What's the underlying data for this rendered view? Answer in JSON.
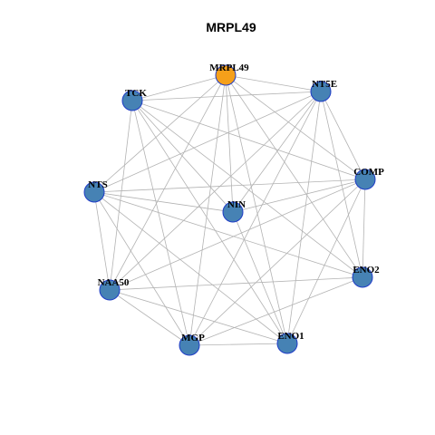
{
  "title": "MRPL49",
  "colors": {
    "hub_fill": "#F5A01A",
    "node_fill": "#4682B4",
    "node_stroke": "#1F3CC7",
    "edge": "#B3B3B3"
  },
  "nodes": [
    {
      "id": "MRPL49",
      "label": "MRPL49",
      "hub": true
    },
    {
      "id": "NT5E",
      "label": "NT5E",
      "hub": false
    },
    {
      "id": "TCK",
      "label": "TCK",
      "hub": false
    },
    {
      "id": "COMP",
      "label": "COMP",
      "hub": false
    },
    {
      "id": "NTS",
      "label": "NTS",
      "hub": false
    },
    {
      "id": "NIN",
      "label": "NIN",
      "hub": false
    },
    {
      "id": "ENO2",
      "label": "ENO2",
      "hub": false
    },
    {
      "id": "NAA50",
      "label": "NAA50",
      "hub": false
    },
    {
      "id": "ENO1",
      "label": "ENO1",
      "hub": false
    },
    {
      "id": "MGP",
      "label": "MGP",
      "hub": false
    }
  ],
  "edges": [
    [
      "MRPL49",
      "NT5E"
    ],
    [
      "MRPL49",
      "TCK"
    ],
    [
      "MRPL49",
      "COMP"
    ],
    [
      "MRPL49",
      "NTS"
    ],
    [
      "MRPL49",
      "NIN"
    ],
    [
      "MRPL49",
      "ENO2"
    ],
    [
      "MRPL49",
      "NAA50"
    ],
    [
      "MRPL49",
      "ENO1"
    ],
    [
      "MRPL49",
      "MGP"
    ],
    [
      "TCK",
      "NT5E"
    ],
    [
      "TCK",
      "COMP"
    ],
    [
      "TCK",
      "NIN"
    ],
    [
      "TCK",
      "ENO2"
    ],
    [
      "TCK",
      "NAA50"
    ],
    [
      "TCK",
      "ENO1"
    ],
    [
      "TCK",
      "MGP"
    ],
    [
      "NT5E",
      "NTS"
    ],
    [
      "NT5E",
      "NIN"
    ],
    [
      "NT5E",
      "COMP"
    ],
    [
      "NT5E",
      "ENO2"
    ],
    [
      "NT5E",
      "ENO1"
    ],
    [
      "NT5E",
      "NAA50"
    ],
    [
      "NT5E",
      "MGP"
    ],
    [
      "NTS",
      "COMP"
    ],
    [
      "NTS",
      "NIN"
    ],
    [
      "NTS",
      "ENO2"
    ],
    [
      "NTS",
      "NAA50"
    ],
    [
      "NTS",
      "ENO1"
    ],
    [
      "NTS",
      "MGP"
    ],
    [
      "NIN",
      "COMP"
    ],
    [
      "NIN",
      "ENO1"
    ],
    [
      "COMP",
      "NAA50"
    ],
    [
      "COMP",
      "MGP"
    ],
    [
      "COMP",
      "ENO2"
    ],
    [
      "COMP",
      "ENO1"
    ],
    [
      "NAA50",
      "ENO2"
    ],
    [
      "NAA50",
      "MGP"
    ],
    [
      "NAA50",
      "ENO1"
    ],
    [
      "MGP",
      "ENO1"
    ],
    [
      "MGP",
      "ENO2"
    ]
  ]
}
